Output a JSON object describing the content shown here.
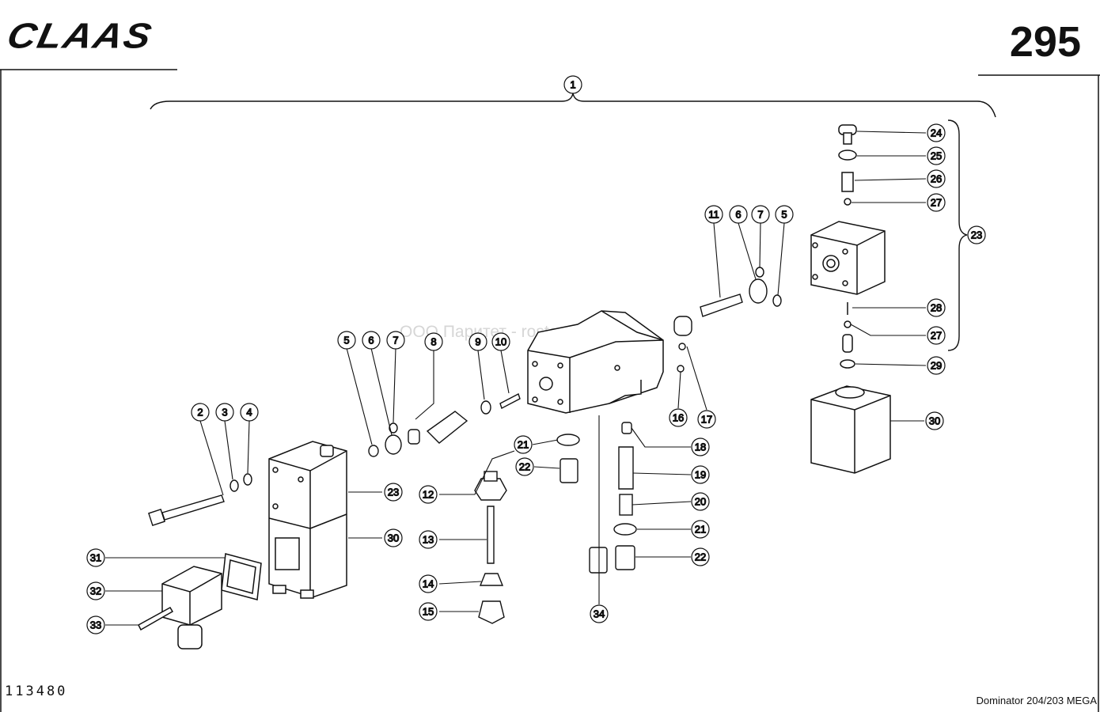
{
  "header": {
    "brand": "CLAAS",
    "page_number": "295"
  },
  "footer": {
    "document_number": "113480",
    "model": "Dominator 204/203 MEGA"
  },
  "watermark": "ООО Паритет - rostov-paritet.ru",
  "callouts": {
    "c1": "1",
    "c2": "2",
    "c3": "3",
    "c4": "4",
    "c5a": "5",
    "c6a": "6",
    "c7a": "7",
    "c8": "8",
    "c9": "9",
    "c10": "10",
    "c11": "11",
    "c6b": "6",
    "c7b": "7",
    "c5b": "5",
    "c12": "12",
    "c13": "13",
    "c14": "14",
    "c15": "15",
    "c16": "16",
    "c17": "17",
    "c18": "18",
    "c19": "19",
    "c20": "20",
    "c21a": "21",
    "c21b": "21",
    "c22a": "22",
    "c22b": "22",
    "c23a": "23",
    "c23b": "23",
    "c24": "24",
    "c25": "25",
    "c26": "26",
    "c27a": "27",
    "c27b": "27",
    "c28": "28",
    "c29": "29",
    "c30a": "30",
    "c30b": "30",
    "c31": "31",
    "c32": "32",
    "c33": "33",
    "c34": "34"
  }
}
